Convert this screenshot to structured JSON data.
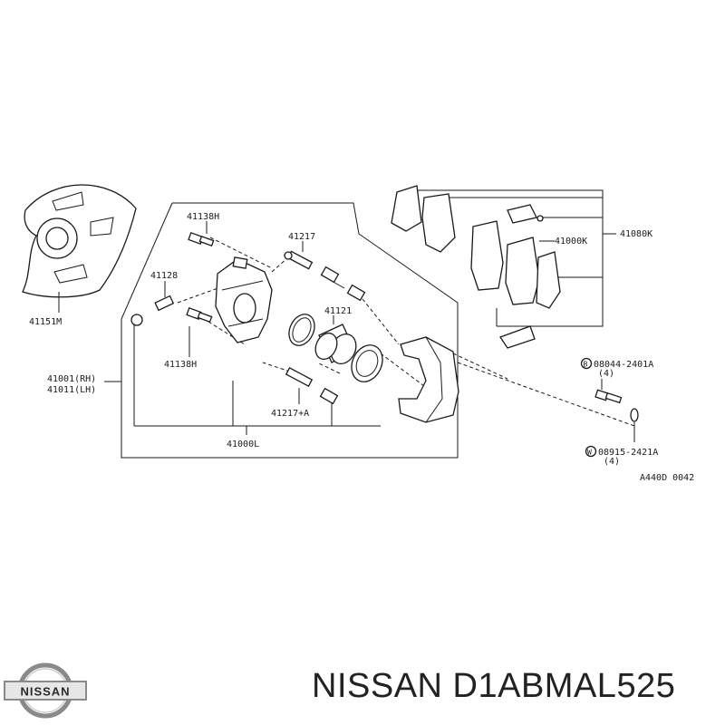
{
  "title": "NISSAN D1ABMAL525",
  "logo": {
    "text": "NISSAN"
  },
  "labels": {
    "p41151m": "41151M",
    "p41138h_top": "41138H",
    "p41217": "41217",
    "p41128": "41128",
    "p41121": "41121",
    "p41138h_bottom": "41138H",
    "p41001": "41001(RH)",
    "p41011": "41011(LH)",
    "p41217a": "41217+A",
    "p41000l": "41000L",
    "p41000k": "41000K",
    "p41080k": "41080K",
    "bolt_b": "08044-2401A",
    "bolt_b_qty": "(4)",
    "washer_w": "08915-2421A",
    "washer_w_qty": "(4)",
    "ref_code": "A440D 0042",
    "mark_b": "B",
    "mark_w": "W"
  },
  "colors": {
    "line": "#1a1a1a",
    "brand_text": "#222222",
    "logo_silver": "#8a8a8a"
  }
}
